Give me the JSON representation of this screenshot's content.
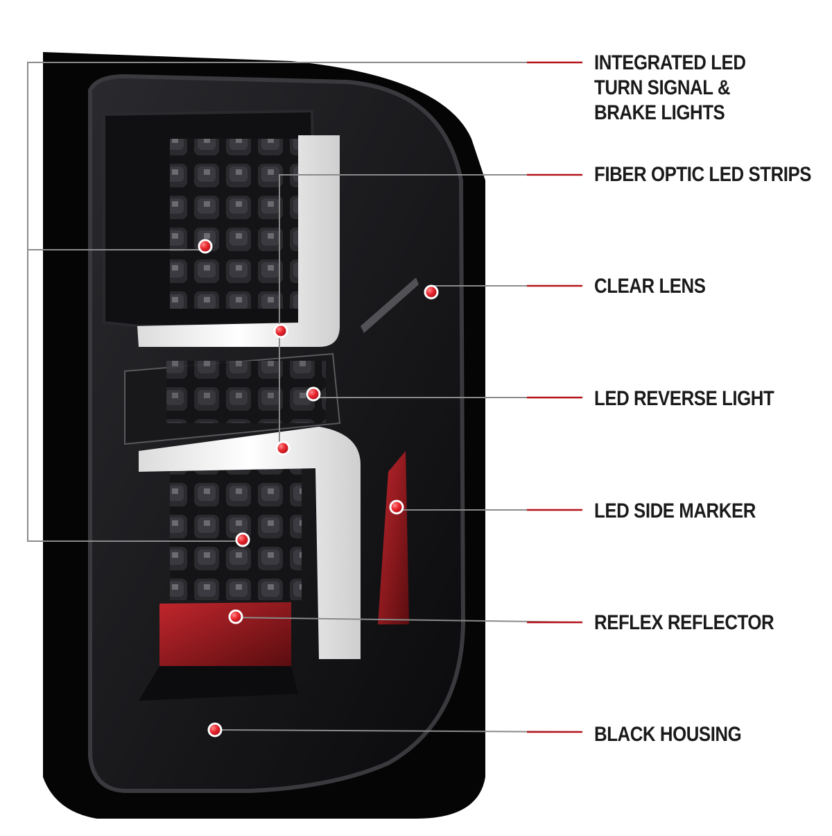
{
  "callouts": [
    {
      "id": "integrated-led",
      "lines": [
        "INTEGRATED LED",
        "TURN SIGNAL &",
        "BRAKE LIGHTS"
      ]
    },
    {
      "id": "fiber-optic",
      "lines": [
        "FIBER OPTIC LED STRIPS"
      ]
    },
    {
      "id": "clear-lens",
      "lines": [
        "CLEAR LENS"
      ]
    },
    {
      "id": "reverse-light",
      "lines": [
        "LED REVERSE LIGHT"
      ]
    },
    {
      "id": "side-marker",
      "lines": [
        "LED SIDE MARKER"
      ]
    },
    {
      "id": "reflex-reflector",
      "lines": [
        "REFLEX REFLECTOR"
      ]
    },
    {
      "id": "black-housing",
      "lines": [
        "BLACK HOUSING"
      ]
    }
  ],
  "colors": {
    "accent_red": "#b5121b",
    "leader_gray": "#8a8a8a",
    "housing_black": "#0d0d0d",
    "lens_dark": "#1c1c1e",
    "light_bar": "#f2f2f2",
    "reflector_red": "#8a1a1e",
    "dot_red": "#e8232b"
  }
}
